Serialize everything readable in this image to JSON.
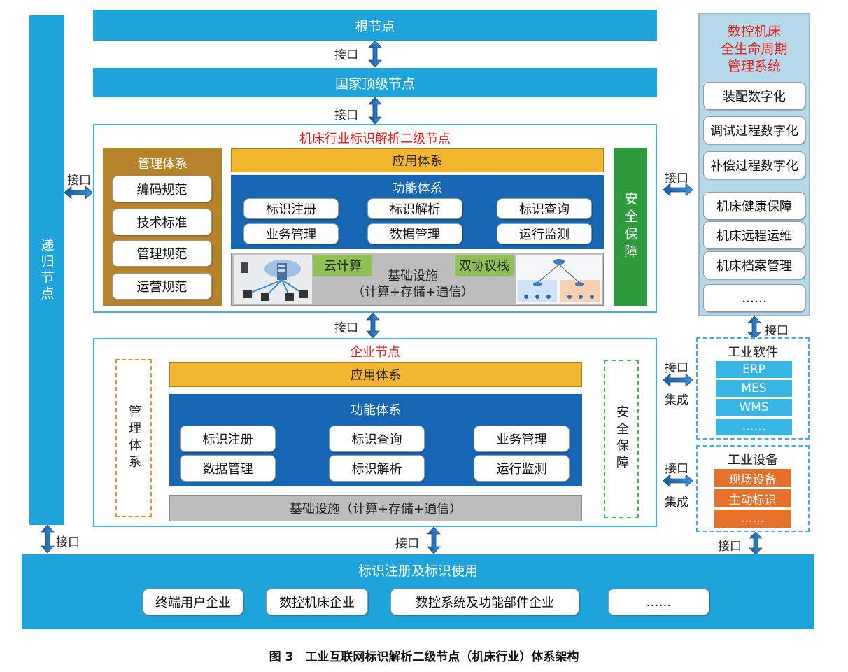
{
  "root_node": "根节点",
  "national_node": "国家顶级节点",
  "interface": "接口",
  "integration": "集成",
  "recursive_node": "递归节点",
  "secondary": {
    "title": "机床行业标识解析二级节点",
    "mgmt_title": "管理体系",
    "mgmt_items": [
      "编码规范",
      "技术标准",
      "管理规范",
      "运营规范"
    ],
    "app_system": "应用体系",
    "func_system": "功能体系",
    "func_items": [
      "标识注册",
      "标识解析",
      "标识查询",
      "业务管理",
      "数据管理",
      "运行监测"
    ],
    "cloud": "云计算",
    "dual_stack": "双协议栈",
    "infra_line1": "基础设施",
    "infra_line2": "（计算+存储+通信）",
    "security": "安全保障"
  },
  "enterprise": {
    "title": "企业节点",
    "mgmt": "管理体系",
    "app_system": "应用体系",
    "func_system": "功能体系",
    "func_items": [
      "标识注册",
      "标识查询",
      "业务管理",
      "数据管理",
      "标识解析",
      "运行监测"
    ],
    "infra": "基础设施（计算+存储+通信）",
    "security": "安全保障"
  },
  "lifecycle": {
    "title": [
      "数控机床",
      "全生命周期",
      "管理系统"
    ],
    "items": [
      "装配数字化",
      "调试过程数字化",
      "补偿过程数字化",
      "机床健康保障",
      "机床远程运维",
      "机床档案管理",
      "……"
    ]
  },
  "software": {
    "title": "工业软件",
    "items": [
      "ERP",
      "MES",
      "WMS",
      "……"
    ]
  },
  "devices": {
    "title": "工业设备",
    "items": [
      "现场设备",
      "主动标识",
      "……"
    ]
  },
  "bottom": {
    "title": "标识注册及标识使用",
    "items": [
      "终端用户企业",
      "数控机床企业",
      "数控系统及功能部件企业",
      "……"
    ]
  },
  "caption": "图 3　工业互联网标识解析二级节点（机床行业）体系架构"
}
